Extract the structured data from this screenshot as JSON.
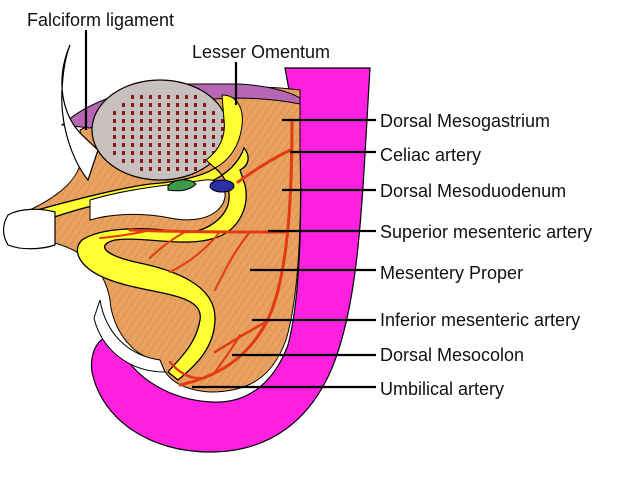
{
  "colors": {
    "body_wall": "#ff1fe0",
    "mesentery": "#e9a15f",
    "mesentery_hatch": "#c7753a",
    "artery": "#e23a12",
    "gut": "#ffff33",
    "liver": "#c8c0bc",
    "liver_dots": "#8b1a1a",
    "pancreas": "#2b2fa6",
    "spleen": "#3a9a48",
    "outline": "#000000"
  },
  "labels": {
    "falciform": "Falciform ligament",
    "lesser_omentum": "Lesser Omentum",
    "dorsal_mesogastrium": "Dorsal Mesogastrium",
    "celiac": "Celiac artery",
    "dorsal_mesoduodenum": "Dorsal Mesoduodenum",
    "superior_mesenteric": "Superior mesenteric artery",
    "mesentery_proper": "Mesentery Proper",
    "inferior_mesenteric": "Inferior mesenteric artery",
    "dorsal_mesocolon": "Dorsal Mesocolon",
    "umbilical": "Umbilical artery"
  }
}
